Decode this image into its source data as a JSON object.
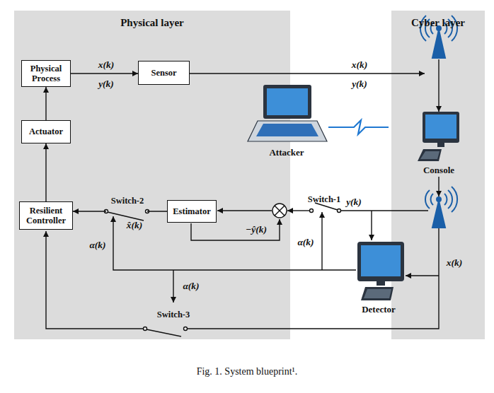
{
  "diagram": {
    "caption": "Fig. 1. System blueprint¹.",
    "nodes": [
      {
        "text": [
          "Physical layer"
        ]
      },
      {
        "text": [
          "Physical Process"
        ],
        "in": 0
      },
      {
        "text": [
          "Sensor"
        ],
        "in": 0
      },
      {
        "text": [
          "Actuator"
        ],
        "in": 0
      },
      {
        "text": [
          "Resilient Controller"
        ],
        "in": 0
      },
      {
        "text": [
          "Estimator"
        ],
        "in": 0
      },
      {
        "text": [
          "Cyber layer"
        ]
      },
      {
        "text": [
          "Console"
        ],
        "in": 6
      },
      {
        "text": [
          "Attacker"
        ]
      },
      {
        "text": [
          "Detector"
        ]
      }
    ],
    "edges": [
      {
        "from": 1,
        "to": 2,
        "arrow": "to"
      },
      {
        "from": 3,
        "to": 1,
        "arrow": "to"
      },
      {
        "from": 4,
        "to": 3,
        "arrow": "to"
      },
      {
        "from": 5,
        "to": 4,
        "arrow": "to"
      }
    ],
    "labels": [
      "x(k)",
      "y(k)",
      "x(k)",
      "y(k)",
      "Switch-2",
      "x̂(k)",
      "α(k)",
      "Switch-1",
      "α(k)",
      "y(k)",
      "−ŷ(k)",
      "α(k)",
      "Switch-3",
      "x(k)"
    ]
  }
}
